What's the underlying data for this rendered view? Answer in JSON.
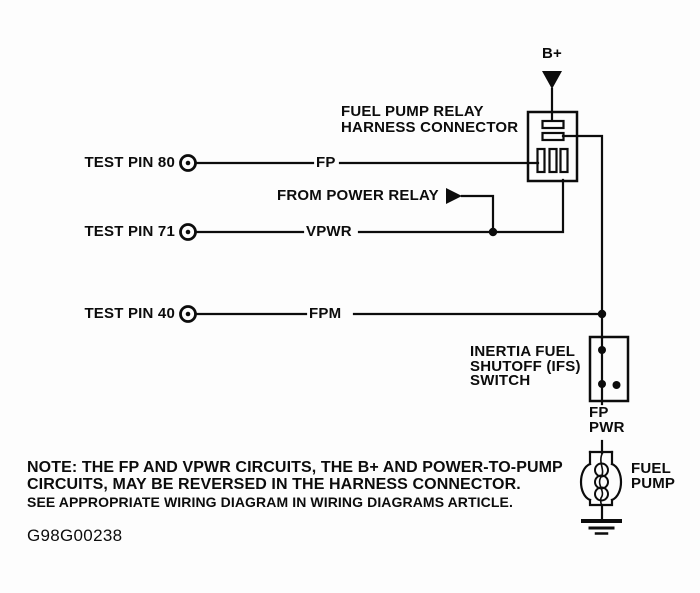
{
  "diagram": {
    "id_code": "G98G00238",
    "labels": {
      "b_plus": "B+",
      "relay_connector_line1": "FUEL PUMP RELAY",
      "relay_connector_line2": "HARNESS CONNECTOR",
      "test_pin_80": "TEST PIN 80",
      "fp": "FP",
      "from_power_relay": "FROM POWER RELAY",
      "test_pin_71": "TEST PIN 71",
      "vpwr": "VPWR",
      "test_pin_40": "TEST PIN 40",
      "fpm": "FPM",
      "ifs_line1": "INERTIA FUEL",
      "ifs_line2": "SHUTOFF (IFS)",
      "ifs_line3": "SWITCH",
      "fp_pwr_line1": "FP",
      "fp_pwr_line2": "PWR",
      "fuel_pump_line1": "FUEL",
      "fuel_pump_line2": "PUMP"
    },
    "note": {
      "line1": "NOTE: THE FP AND VPWR CIRCUITS, THE B+ AND POWER-TO-PUMP",
      "line2": "CIRCUITS, MAY BE REVERSED IN THE HARNESS CONNECTOR.",
      "line3": "SEE APPROPRIATE WIRING DIAGRAM IN WIRING DIAGRAMS ARTICLE."
    },
    "colors": {
      "ink": "#0c0c0c",
      "background": "#fdfdfd"
    }
  }
}
